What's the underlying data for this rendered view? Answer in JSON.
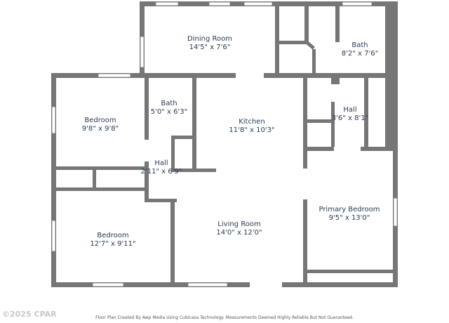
{
  "colors": {
    "wall": "#767676",
    "window": "#ffffff",
    "text": "#2a3b55"
  },
  "rooms": [
    {
      "name": "Dining Room",
      "dims": "14'5\" x 7'6\""
    },
    {
      "name": "Bath",
      "dims": "8'2\" x 7'6\""
    },
    {
      "name": "Bath",
      "dims": "5'0\" x 6'3\""
    },
    {
      "name": "Bedroom",
      "dims": "9'8\" x 9'8\""
    },
    {
      "name": "Kitchen",
      "dims": "11'8\" x 10'3\""
    },
    {
      "name": "Hall",
      "dims": "3'6\" x 8'1\""
    },
    {
      "name": "Hall",
      "dims": "2'11\" x 6'9\""
    },
    {
      "name": "Primary Bedroom",
      "dims": "9'5\" x 13'0\""
    },
    {
      "name": "Living Room",
      "dims": "14'0\" x 12'0\""
    },
    {
      "name": "Bedroom",
      "dims": "12'7\" x 9'11\""
    }
  ],
  "footer_note": "Floor Plan Created By Awp Media Using Cubicasa Technology. Measurements Deemed Highly Reliable But Not Guaranteed.",
  "watermark": "©2025 CPAR"
}
